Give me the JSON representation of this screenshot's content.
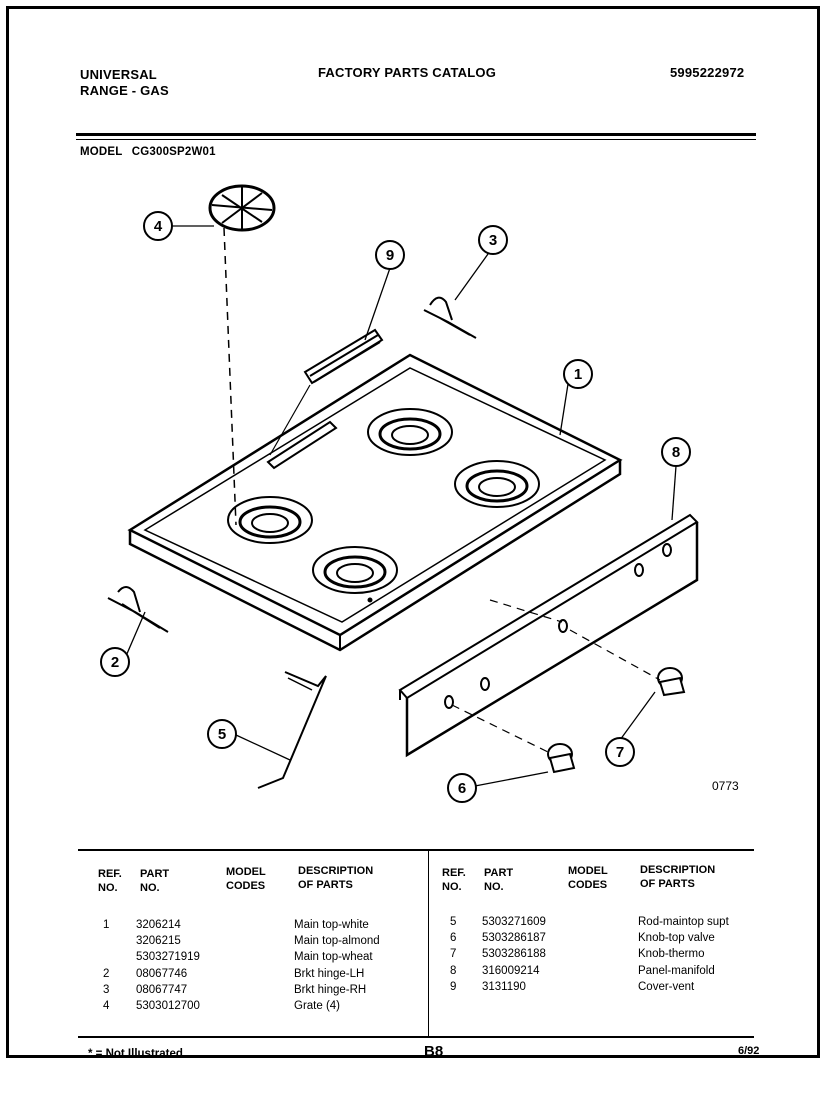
{
  "header": {
    "brand_line1": "UNIVERSAL",
    "brand_line2": "RANGE - GAS",
    "catalog_title": "FACTORY PARTS CATALOG",
    "catalog_number": "5995222972",
    "model_label": "MODEL",
    "model_number": "CG300SP2W01"
  },
  "diagram": {
    "callouts": [
      "1",
      "2",
      "3",
      "4",
      "5",
      "6",
      "7",
      "8",
      "9"
    ],
    "figure_code": "0773"
  },
  "table_headers": {
    "ref_no": "REF.\nNO.",
    "part_no": "PART\nNO.",
    "model_codes": "MODEL\nCODES",
    "description": "DESCRIPTION\nOF PARTS"
  },
  "parts_left": [
    {
      "ref": "1",
      "part": "3206214",
      "desc": "Main top-white"
    },
    {
      "ref": "",
      "part": "3206215",
      "desc": "Main top-almond"
    },
    {
      "ref": "",
      "part": "5303271919",
      "desc": "Main top-wheat"
    },
    {
      "ref": "2",
      "part": "08067746",
      "desc": "Brkt hinge-LH"
    },
    {
      "ref": "3",
      "part": "08067747",
      "desc": "Brkt hinge-RH"
    },
    {
      "ref": "4",
      "part": "5303012700",
      "desc": "Grate (4)"
    }
  ],
  "parts_right": [
    {
      "ref": "5",
      "part": "5303271609",
      "desc": "Rod-maintop supt"
    },
    {
      "ref": "6",
      "part": "5303286187",
      "desc": "Knob-top valve"
    },
    {
      "ref": "7",
      "part": "5303286188",
      "desc": "Knob-thermo"
    },
    {
      "ref": "8",
      "part": "316009214",
      "desc": "Panel-manifold"
    },
    {
      "ref": "9",
      "part": "3131190",
      "desc": "Cover-vent"
    }
  ],
  "footer": {
    "note": "* = Not Illustrated",
    "page": "B8",
    "date": "6/92"
  }
}
